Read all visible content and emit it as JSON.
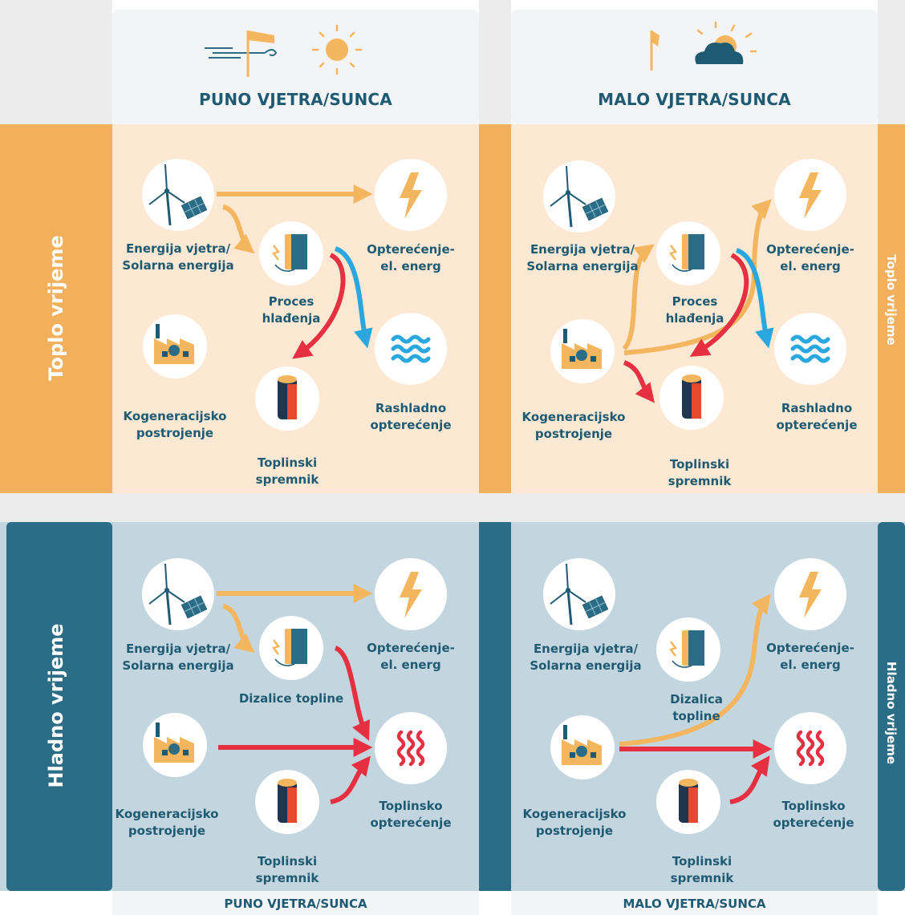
{
  "headers": {
    "high": "PUNO VJETRA/SUNCA",
    "low": "MALO VJETRA/SUNCA"
  },
  "rows": {
    "warm": "Toplo vrijeme",
    "cold": "Hladno vrijeme"
  },
  "labels": {
    "wind_solar": "Energija vjetra/\nSolarna energija",
    "electric_load": "Opterećenje-\nel. energ",
    "cooling_process": "Proces\nhlađenja",
    "chp_plant": "Kogeneracijsko\npostrojenje",
    "cooling_load": "Rashladno\nopterećenje",
    "thermal_storage": "Toplinski\nspremnik",
    "heat_pumps": "Dizalice topline",
    "heat_pump": "Dizalica\ntopline",
    "heat_load": "Toplinsko\nopterećenje"
  },
  "colors": {
    "warm_bg": "#fde9d3",
    "warm_band": "#f3b05c",
    "cold_bg": "#c3d6df",
    "cold_band": "#2b6d87",
    "header_bg": "#f3f4f6",
    "gutter": "#ececec",
    "text": "#1f5a73",
    "orange_arrow": "#f3b55e",
    "red_arrow": "#e63042",
    "blue_arrow": "#2aa7df"
  },
  "icons": [
    "wind-sock-icon",
    "sun-icon",
    "cloud-icon",
    "wind-turbine-icon",
    "solar-panel-icon",
    "lightning-icon",
    "heat-pump-icon",
    "chp-plant-icon",
    "thermal-storage-icon",
    "cooling-waves-icon",
    "heat-waves-icon"
  ]
}
